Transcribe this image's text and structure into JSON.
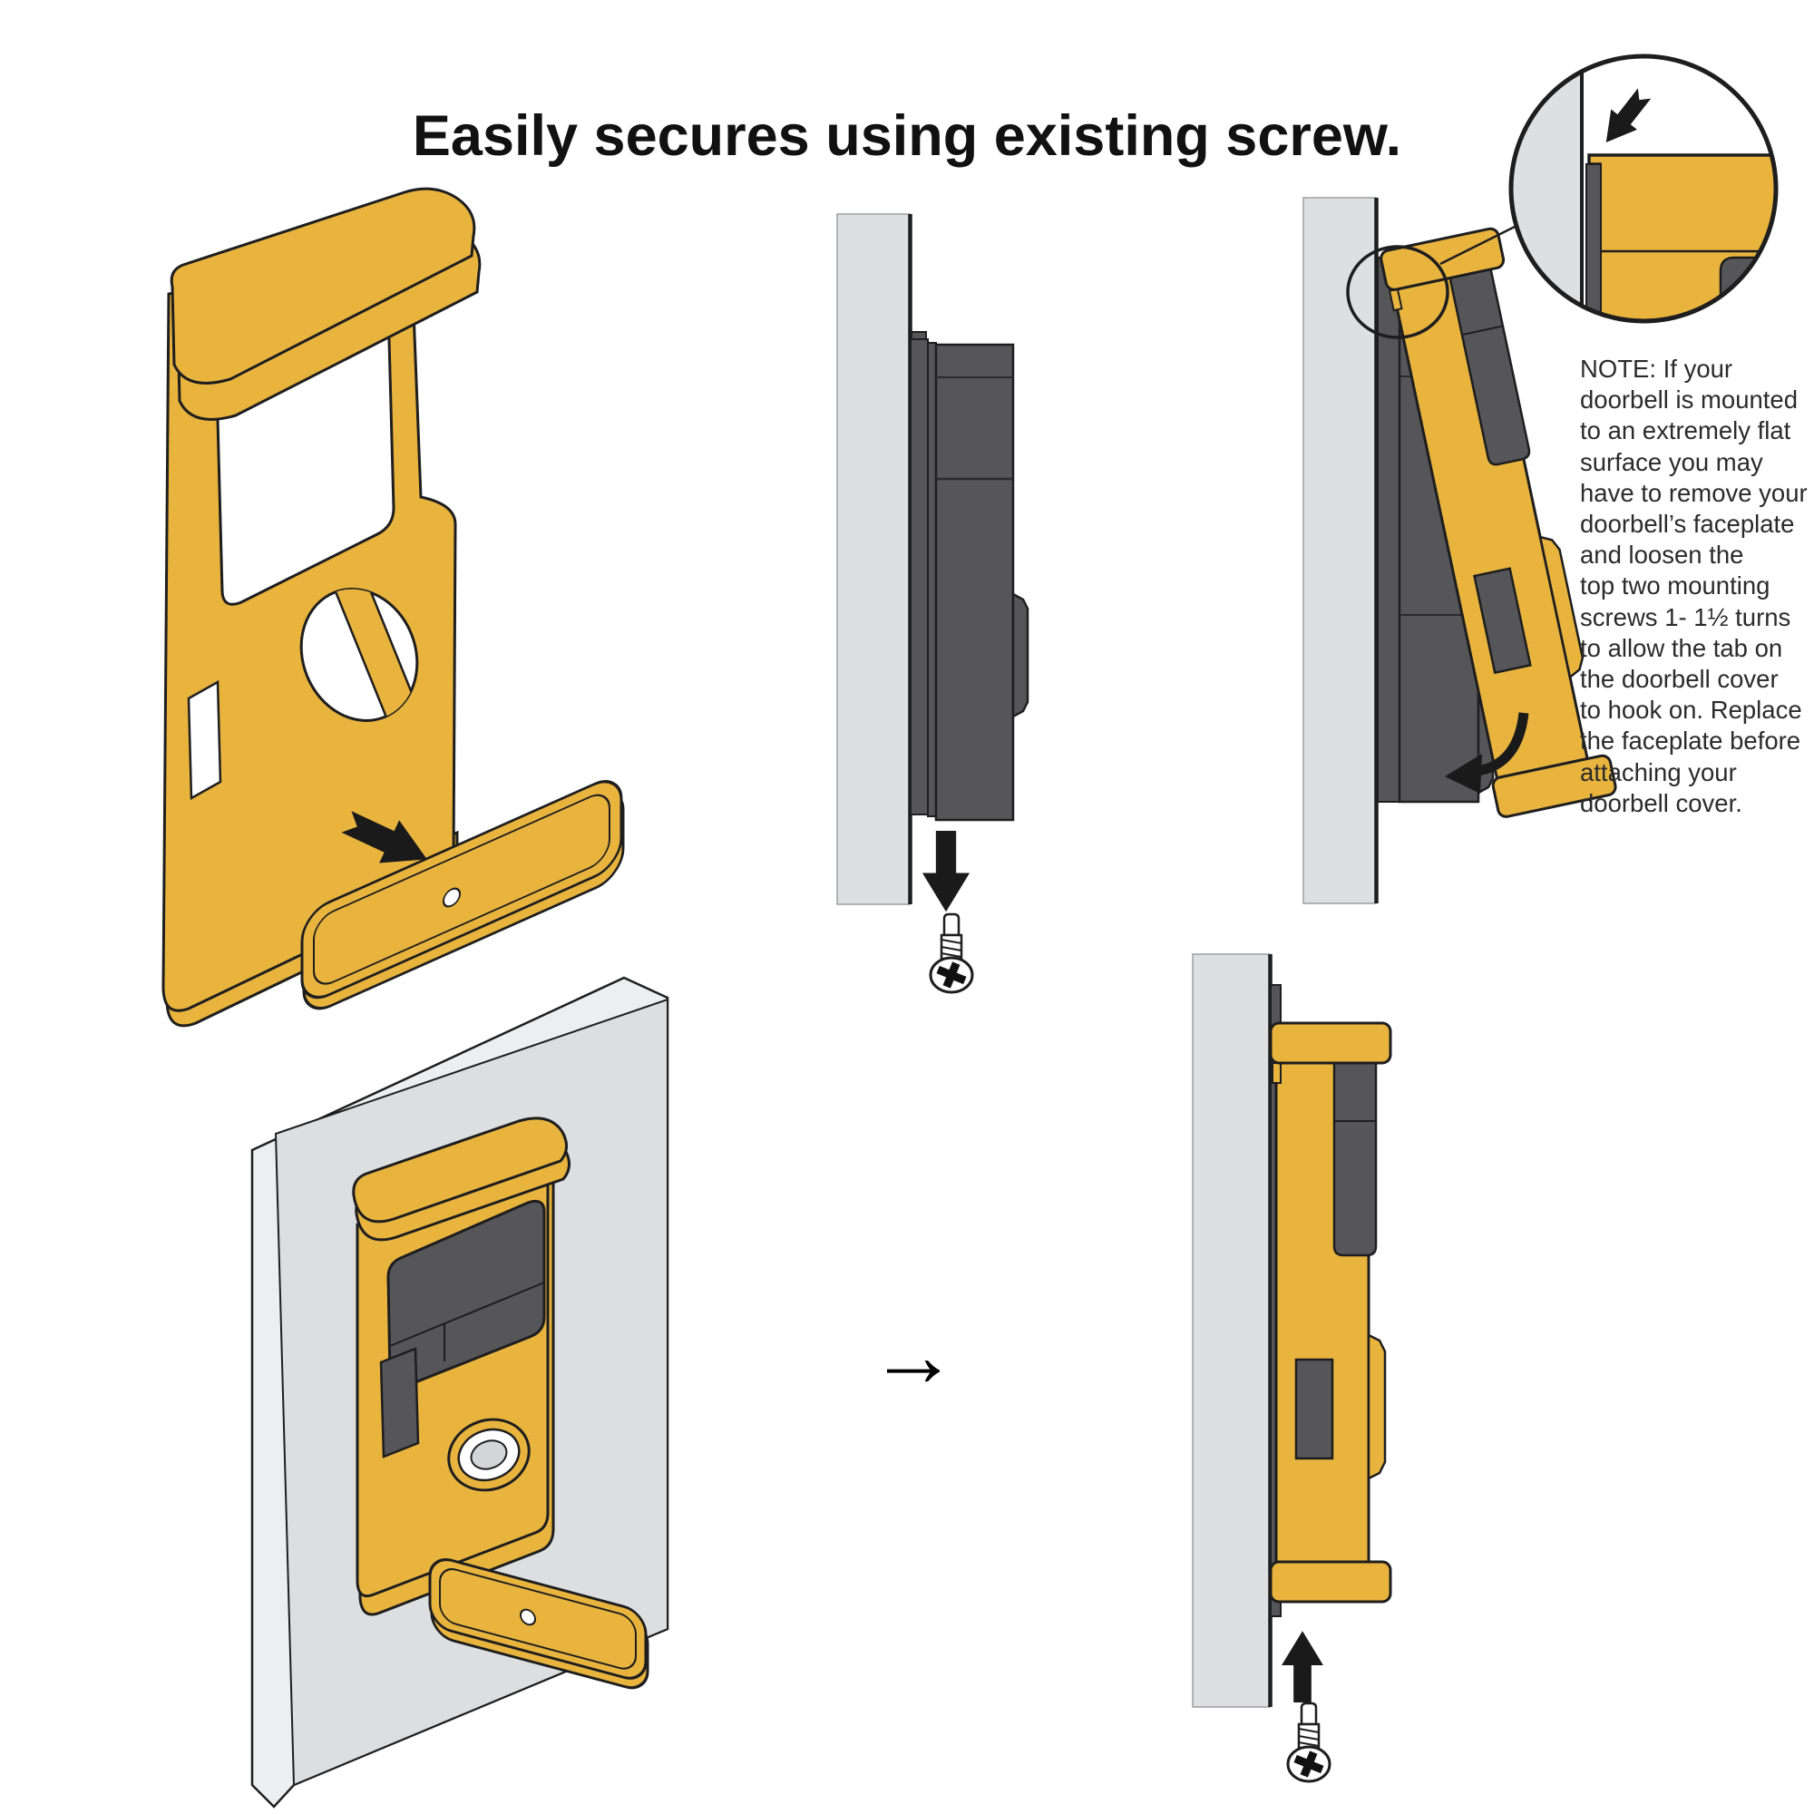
{
  "title": {
    "text": "Easily secures using existing screw."
  },
  "note": {
    "text": "NOTE: If your\ndoorbell is mounted\nto an extremely flat\nsurface you may\nhave to remove your\ndoorbell’s faceplate\nand loosen the\ntop two mounting\nscrews 1- 1½ turns\nto allow the tab on\nthe doorbell cover\nto hook on. Replace\nthe faceplate before\nattaching your\ndoorbell cover."
  },
  "arrows": {
    "right_glyph": "→"
  },
  "colors": {
    "cover_yellow": "#E9B43E",
    "doorbell_gray": "#565658",
    "wall_gray": "#DEDFE0",
    "wall_side_gray": "#EDEEEF",
    "outline_black": "#1E1E1E",
    "arrow_black": "#1A1A1A",
    "button_center_gray": "#D4D5D6"
  },
  "icons": {
    "insert_arrow": "➔",
    "down_arrow": "↓",
    "up_arrow": "↑",
    "right_arrow": "→",
    "rotate_arrow": "curved-arc-arrow",
    "detail_callout": "magnifier-circle",
    "screw": "phillips-screw"
  }
}
